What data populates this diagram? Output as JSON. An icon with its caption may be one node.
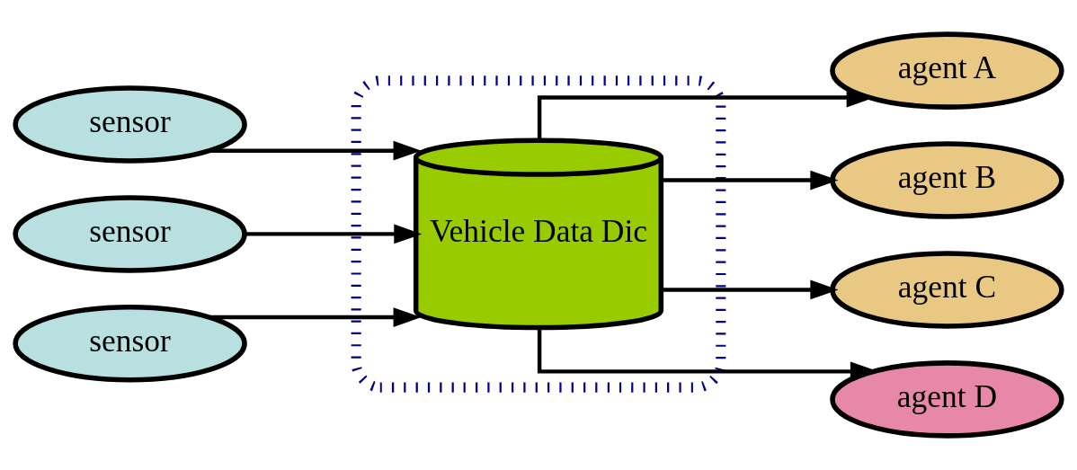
{
  "diagram": {
    "nodes": [
      {
        "text": [],
        "shape": "box"
      },
      {
        "text": [
          "sensor"
        ]
      },
      {
        "text": [
          "sensor"
        ]
      },
      {
        "text": [
          "sensor"
        ]
      },
      {
        "text": [
          "Vehicle Data Dic"
        ],
        "in": 0
      },
      {
        "text": [
          "agent A"
        ]
      },
      {
        "text": [
          "agent B"
        ]
      },
      {
        "text": [
          "agent C"
        ]
      },
      {
        "text": [
          "agent D"
        ]
      }
    ],
    "edges": [
      {
        "from": 1,
        "to": 4,
        "arrow": "to"
      },
      {
        "from": 2,
        "to": 4,
        "arrow": "to"
      },
      {
        "from": 3,
        "to": 4,
        "arrow": "to"
      },
      {
        "from": 4,
        "to": 5,
        "arrow": "to"
      },
      {
        "from": 4,
        "to": 6,
        "arrow": "to"
      },
      {
        "from": 4,
        "to": 7,
        "arrow": "to"
      },
      {
        "from": 4,
        "to": 8,
        "arrow": "to"
      }
    ]
  }
}
